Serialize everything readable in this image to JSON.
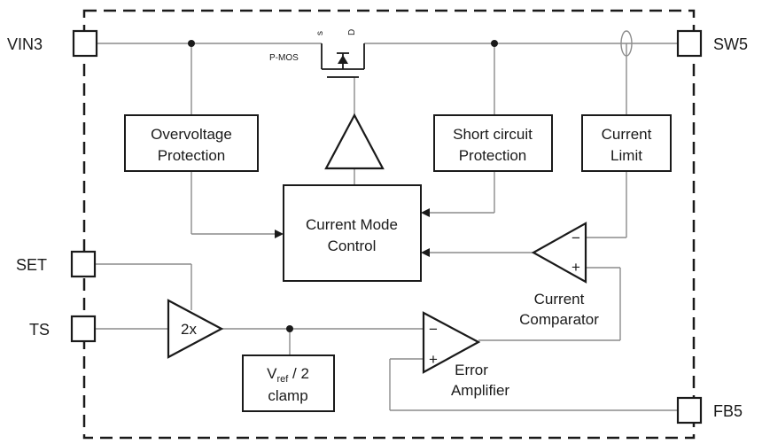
{
  "pins": {
    "vin": "VIN3",
    "sw": "SW5",
    "set": "SET",
    "ts": "TS",
    "fb": "FB5"
  },
  "transistor": {
    "label": "P-MOS",
    "source": "s",
    "drain": "D"
  },
  "blocks": {
    "ovp": [
      "Overvoltage",
      "Protection"
    ],
    "scp": [
      "Short circuit",
      "Protection"
    ],
    "ilim": [
      "Current",
      "Limit"
    ],
    "cmc": [
      "Current Mode",
      "Control"
    ],
    "clamp": {
      "v": "V",
      "sub": "ref",
      "rest": " / 2",
      "line2": "clamp"
    }
  },
  "amplifiers": {
    "gain": "2x",
    "comparator": [
      "Current",
      "Comparator"
    ],
    "error_amp": [
      "Error",
      "Amplifier"
    ],
    "minus": "−",
    "plus": "+"
  }
}
